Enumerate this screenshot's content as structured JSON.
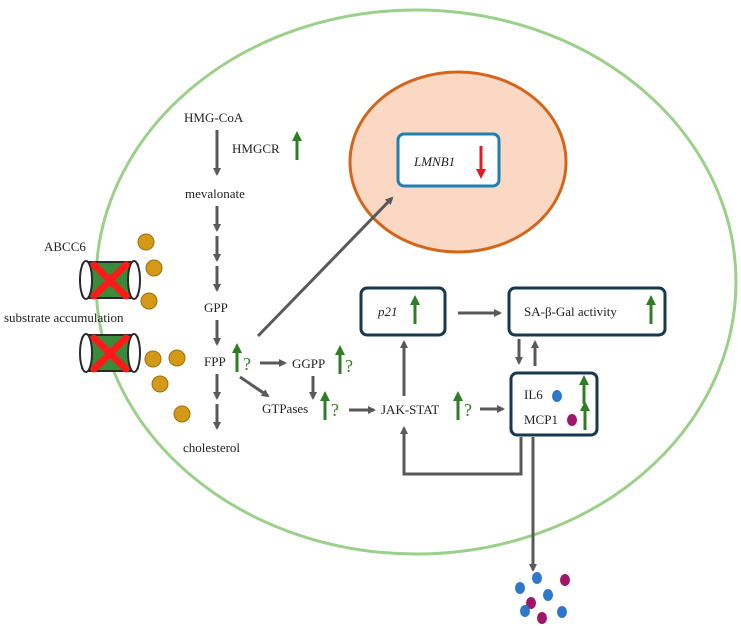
{
  "colors": {
    "cell_membrane": "#9cd08a",
    "nucleus_fill": "#fbd8c4",
    "nucleus_stroke": "#d4661c",
    "nucleus_box_stroke": "#1f7fb5",
    "box_stroke": "#17384f",
    "arrow": "#595959",
    "up_arrow": "#2f7d25",
    "down_arrow": "#e21c1c",
    "question": "#3a7d2a",
    "substrate_dot": "#d49a17",
    "transporter_body": "#3a8a3a",
    "transporter_cross": "#ff1a1a",
    "dot_blue": "#2f77c8",
    "dot_purple": "#a0166b"
  },
  "pathway": {
    "hmg_coa": "HMG-CoA",
    "hmgcr": "HMGCR",
    "mevalonate": "mevalonate",
    "gpp": "GPP",
    "fpp": "FPP",
    "ggpp": "GGPP",
    "gtpases": "GTPases",
    "cholesterol": "cholesterol",
    "jak_stat": "JAK-STAT"
  },
  "question_mark": "?",
  "transporter": {
    "name": "ABCC6",
    "note": "substrate accumulation",
    "icon": "blocked-transporter-icon"
  },
  "nucleus": {
    "gene": "LMNB1"
  },
  "boxes": {
    "p21": "p21",
    "sa_beta_gal": "SA-β-Gal activity",
    "il6": "IL6",
    "mcp1": "MCP1"
  }
}
